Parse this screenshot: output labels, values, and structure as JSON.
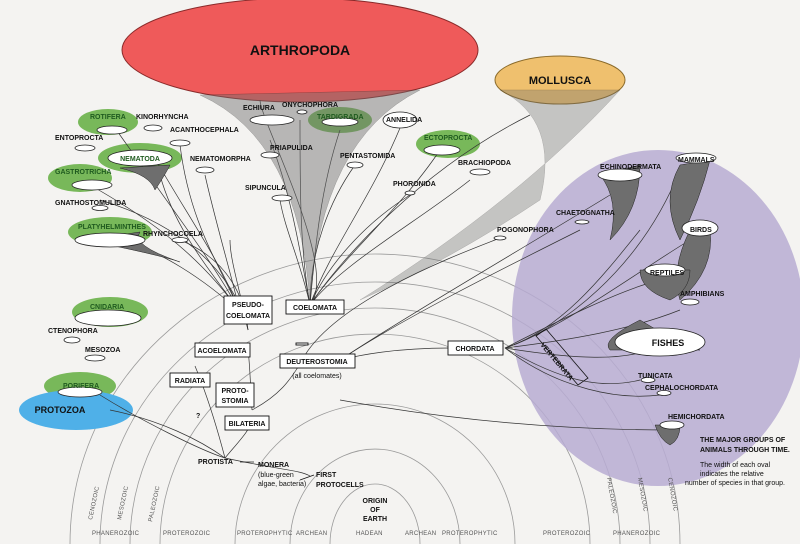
{
  "major": {
    "arthropoda": "ARTHROPODA",
    "mollusca": "MOLLUSCA",
    "nematoda": "NEMATODA",
    "protozoa": "PROTOZOA",
    "fishes": "FISHES"
  },
  "phyla": {
    "rotifera": "ROTIFERA",
    "kinorhyncha": "KINORHYNCHA",
    "entoprocta": "ENTOPROCTA",
    "acanthocephala": "ACANTHOCEPHALA",
    "nematomorpha": "NEMATOMORPHA",
    "gastrotricha": "GASTROTRICHA",
    "gnathostomulida": "GNATHOSTOMULIDA",
    "platyhelminthes": "PLATYHELMINTHES",
    "rhynchocoela": "RHYNCHOCOELA",
    "echiura": "ECHIURA",
    "onychophora": "ONYCHOPHORA",
    "tardigrada": "TARDIGRADA",
    "annelida": "ANNELIDA",
    "priapulida": "PRIAPULIDA",
    "pentastomida": "PENTASTOMIDA",
    "ectoprocta": "ECTOPROCTA",
    "brachiopoda": "BRACHIOPODA",
    "phoronida": "PHORONIDA",
    "sipuncula": "SIPUNCULA",
    "pogonophora": "POGONOPHORA",
    "chaetognatha": "CHAETOGNATHA",
    "echinodermata": "ECHINODERMATA",
    "cnidaria": "CNIDARIA",
    "ctenophora": "CTENOPHORA",
    "mesozoa": "MESOZOA",
    "porifera": "PORIFERA"
  },
  "chordates": {
    "mammals": "MAMMALS",
    "birds": "BIRDS",
    "reptiles": "REPTILES",
    "amphibians": "AMPHIBIANS",
    "vertebrata": "VERTEBRATA",
    "tunicata": "TUNICATA",
    "cephalochordata": "CEPHALOCHORDATA",
    "hemichordata": "HEMICHORDATA"
  },
  "groups": {
    "pseudocoelomata_1": "PSEUDO-",
    "pseudocoelomata_2": "COELOMATA",
    "coelomata": "COELOMATA",
    "acoelomata": "ACOELOMATA",
    "deuterostomia": "DEUTEROSTOMIA",
    "deuterostomia_note": "(all coelomates)",
    "chordata": "CHORDATA",
    "radiata": "RADIATA",
    "protostomia_1": "PROTO-",
    "protostomia_2": "STOMIA",
    "bilateria": "BILATERIA",
    "protista": "PROTISTA",
    "monera": "MONERA",
    "monera_note_1": "(blue-green",
    "monera_note_2": "algae, bacteria)",
    "first_protocells_1": "FIRST",
    "first_protocells_2": "PROTOCELLS",
    "origin_1": "ORIGIN",
    "origin_2": "OF",
    "origin_3": "EARTH",
    "question": "?"
  },
  "eras": {
    "cenozoic": "CENOZOIC",
    "mesozoic": "MESOZOIC",
    "paleozoic": "PALEOZOIC",
    "phanerozoic": "PHANEROZOIC",
    "proterozoic": "PROTEROZOIC",
    "proterophytic": "PROTEROPHYTIC",
    "archean": "ARCHEAN",
    "hadean": "HADEAN"
  },
  "caption": {
    "title_1": "THE MAJOR GROUPS OF",
    "title_2": "ANIMALS THROUGH TIME.",
    "body_1": "The width of each oval",
    "body_2": "indicates the relative",
    "body_3": "number of species in that group."
  },
  "colors": {
    "arthropoda": "#ef5a5a",
    "mollusca": "#efc06e",
    "green_highlight": "#78b85a",
    "protozoa": "#4fb0e8",
    "chordate_region": "#b7acd2"
  }
}
